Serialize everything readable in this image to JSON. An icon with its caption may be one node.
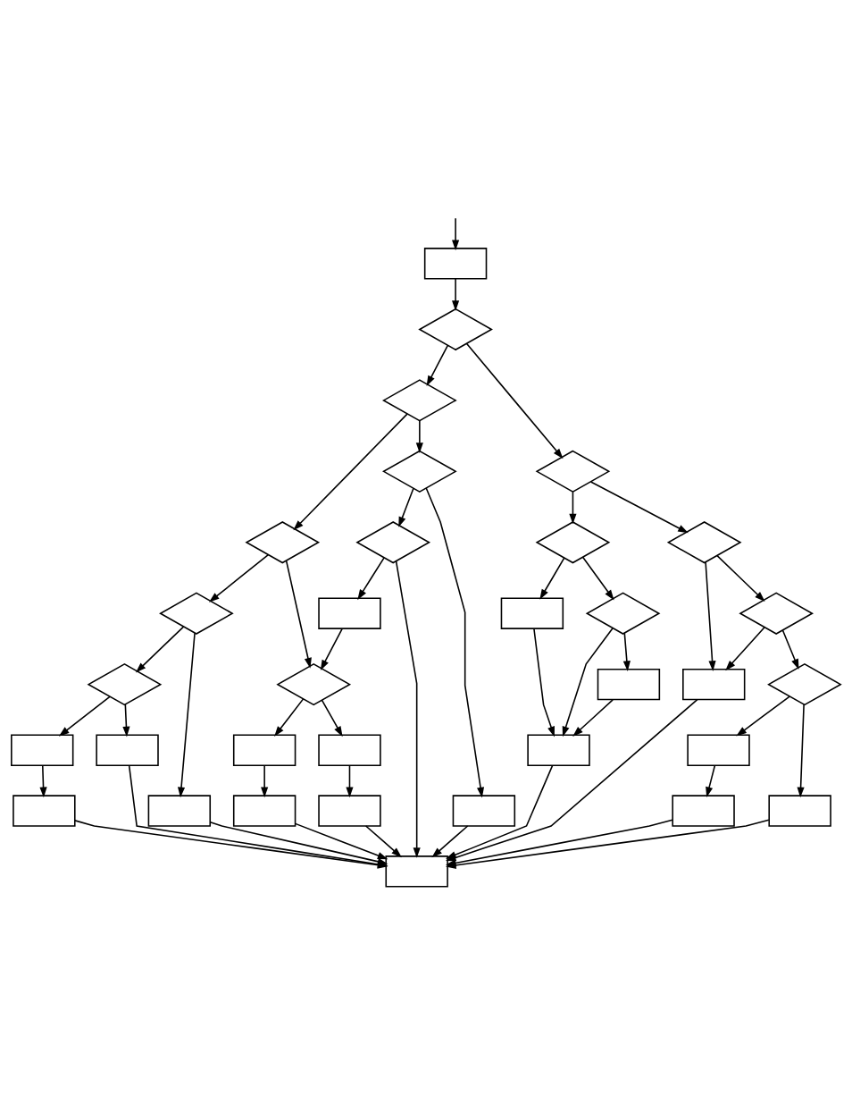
{
  "diagram": {
    "nodes": [
      {
        "text": [],
        "shape": "box"
      },
      {
        "text": [],
        "shape": "diamond"
      },
      {
        "text": [],
        "shape": "diamond"
      },
      {
        "text": [],
        "shape": "diamond"
      },
      {
        "text": [],
        "shape": "diamond"
      },
      {
        "text": [],
        "shape": "diamond"
      },
      {
        "text": [],
        "shape": "box"
      },
      {
        "text": [],
        "shape": "diamond"
      },
      {
        "text": [],
        "shape": "diamond"
      },
      {
        "text": [],
        "shape": "diamond"
      },
      {
        "text": [],
        "shape": "diamond"
      },
      {
        "text": [],
        "shape": "box"
      },
      {
        "text": [],
        "shape": "diamond"
      },
      {
        "text": [],
        "shape": "diamond"
      },
      {
        "text": [],
        "shape": "diamond"
      },
      {
        "text": [],
        "shape": "diamond"
      },
      {
        "text": [],
        "shape": "diamond"
      },
      {
        "text": [],
        "shape": "box"
      },
      {
        "text": [],
        "shape": "box"
      },
      {
        "text": [],
        "shape": "box"
      },
      {
        "text": [],
        "shape": "box"
      },
      {
        "text": [],
        "shape": "box"
      },
      {
        "text": [],
        "shape": "box"
      },
      {
        "text": [],
        "shape": "box"
      },
      {
        "text": [],
        "shape": "box"
      },
      {
        "text": [],
        "shape": "box"
      },
      {
        "text": [],
        "shape": "box"
      },
      {
        "text": [],
        "shape": "box"
      },
      {
        "text": [],
        "shape": "box"
      },
      {
        "text": [],
        "shape": "box"
      },
      {
        "text": [],
        "shape": "box"
      },
      {
        "text": [],
        "shape": "box"
      },
      {
        "text": [],
        "shape": "box"
      }
    ],
    "edges": [
      {
        "from": null,
        "to": 0,
        "arrow": "to"
      },
      {
        "from": 0,
        "to": 1,
        "arrow": "to"
      },
      {
        "from": 1,
        "to": 2,
        "arrow": "to"
      },
      {
        "from": 1,
        "to": 3,
        "arrow": "to"
      },
      {
        "from": 2,
        "to": 4,
        "arrow": "to"
      },
      {
        "from": 2,
        "to": 8,
        "arrow": "to"
      },
      {
        "from": 3,
        "to": 5,
        "arrow": "to"
      },
      {
        "from": 3,
        "to": 10,
        "arrow": "to"
      },
      {
        "from": 5,
        "to": 6,
        "arrow": "to"
      },
      {
        "from": 5,
        "to": 9,
        "arrow": "to"
      },
      {
        "from": 4,
        "to": 7,
        "arrow": "to"
      },
      {
        "from": 4,
        "to": 28,
        "arrow": "to"
      },
      {
        "from": 7,
        "to": 12,
        "arrow": "to"
      },
      {
        "from": 7,
        "to": 28,
        "arrow": "to"
      },
      {
        "from": 8,
        "to": 13,
        "arrow": "to"
      },
      {
        "from": 8,
        "to": 19,
        "arrow": "to"
      },
      {
        "from": 9,
        "to": 32,
        "arrow": "to"
      },
      {
        "from": 9,
        "to": 11,
        "arrow": "to"
      },
      {
        "from": 10,
        "to": 15,
        "arrow": "to"
      },
      {
        "from": 10,
        "to": 14,
        "arrow": "to"
      },
      {
        "from": 11,
        "to": 15,
        "arrow": "to"
      },
      {
        "from": 12,
        "to": 24,
        "arrow": "to"
      },
      {
        "from": 12,
        "to": 17,
        "arrow": "to"
      },
      {
        "from": 13,
        "to": 18,
        "arrow": "to"
      },
      {
        "from": 13,
        "to": 29,
        "arrow": "to"
      },
      {
        "from": 18,
        "to": 29,
        "arrow": "to"
      },
      {
        "from": 19,
        "to": 29,
        "arrow": "to"
      },
      {
        "from": 14,
        "to": 16,
        "arrow": "to"
      },
      {
        "from": 14,
        "to": 23,
        "arrow": "to"
      },
      {
        "from": 15,
        "to": 20,
        "arrow": "to"
      },
      {
        "from": 15,
        "to": 25,
        "arrow": "to"
      },
      {
        "from": 16,
        "to": 22,
        "arrow": "to"
      },
      {
        "from": 16,
        "to": 26,
        "arrow": "to"
      },
      {
        "from": 20,
        "to": 21,
        "arrow": "to"
      },
      {
        "from": 24,
        "to": 27,
        "arrow": "to"
      },
      {
        "from": 25,
        "to": 30,
        "arrow": "to"
      },
      {
        "from": 26,
        "to": 31,
        "arrow": "to"
      },
      {
        "from": 27,
        "to": 32,
        "arrow": "to"
      },
      {
        "from": 17,
        "to": 32,
        "arrow": "to"
      },
      {
        "from": 28,
        "to": 32,
        "arrow": "to"
      },
      {
        "from": 29,
        "to": 32,
        "arrow": "to"
      },
      {
        "from": 6,
        "to": 32,
        "arrow": "to"
      },
      {
        "from": 21,
        "to": 32,
        "arrow": "to"
      },
      {
        "from": 30,
        "to": 32,
        "arrow": "to"
      },
      {
        "from": 22,
        "to": 32,
        "arrow": "to"
      },
      {
        "from": 31,
        "to": 32,
        "arrow": "to"
      },
      {
        "from": 23,
        "to": 32,
        "arrow": "to"
      }
    ]
  }
}
